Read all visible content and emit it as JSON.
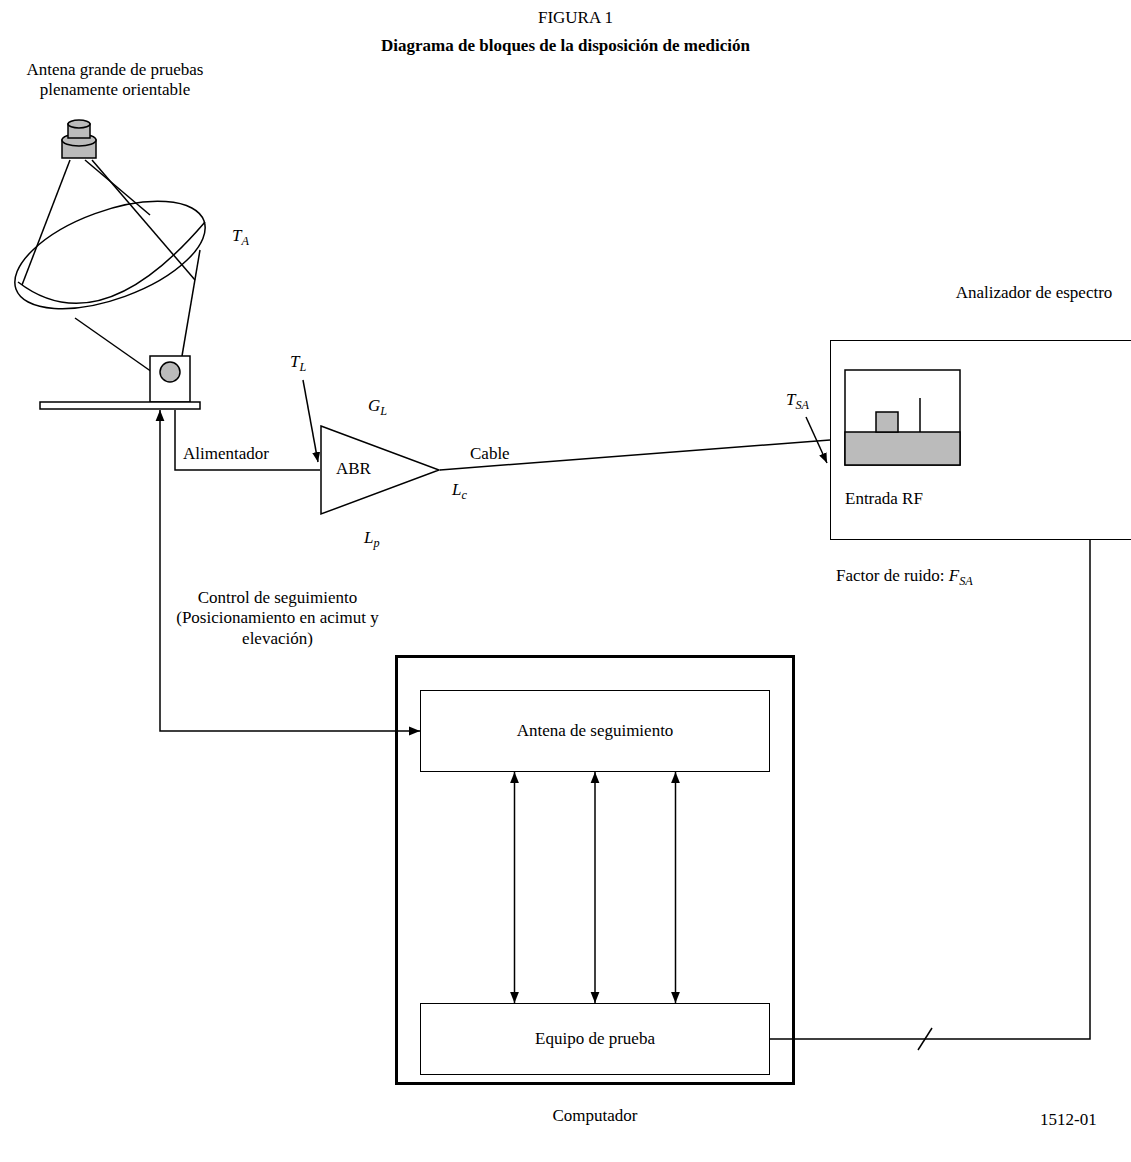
{
  "diagram": {
    "title": "Diagrama de bloques de la disposición de medición",
    "nodes": [
      {
        "text": [
          "Antena grande de pruebas plenamente orientable"
        ]
      },
      {
        "text": [
          "ABR"
        ]
      },
      {
        "text": [
          "Analizador de espectro",
          "Entrada RF"
        ]
      },
      {
        "text": [
          "Computador"
        ]
      },
      {
        "text": [
          "Antena de seguimiento"
        ],
        "in": 3
      },
      {
        "text": [
          "Equipo de prueba"
        ],
        "in": 3
      }
    ],
    "edges": [
      {
        "from": 0,
        "to": 1,
        "label": "Alimentador",
        "arrow": "none"
      },
      {
        "from": 1,
        "to": 2,
        "label": "Cable",
        "arrow": "none"
      },
      {
        "from": 2,
        "to": 5,
        "arrow": "none"
      },
      {
        "from": 0,
        "to": 4,
        "label": "Control de seguimiento (Posicionamiento en acimut y elevación)",
        "arrow": "both"
      },
      {
        "from": 4,
        "to": 5,
        "arrow": "both"
      },
      {
        "from": 4,
        "to": 5,
        "arrow": "both"
      },
      {
        "from": 4,
        "to": 5,
        "arrow": "both"
      }
    ],
    "labels": [
      "FIGURA 1",
      "TA",
      "TL",
      "GL",
      "Lc",
      "Lp",
      "TSA",
      "Factor de ruido: FSA",
      "1512-01"
    ]
  }
}
